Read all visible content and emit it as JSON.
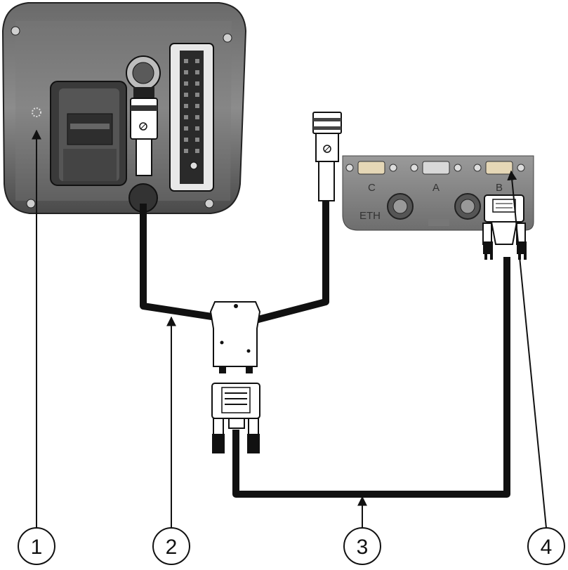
{
  "callouts": [
    {
      "number": "1"
    },
    {
      "number": "2"
    },
    {
      "number": "3"
    },
    {
      "number": "4"
    }
  ],
  "ports": {
    "c": "C",
    "a": "A",
    "b": "B",
    "eth": "ETH"
  }
}
